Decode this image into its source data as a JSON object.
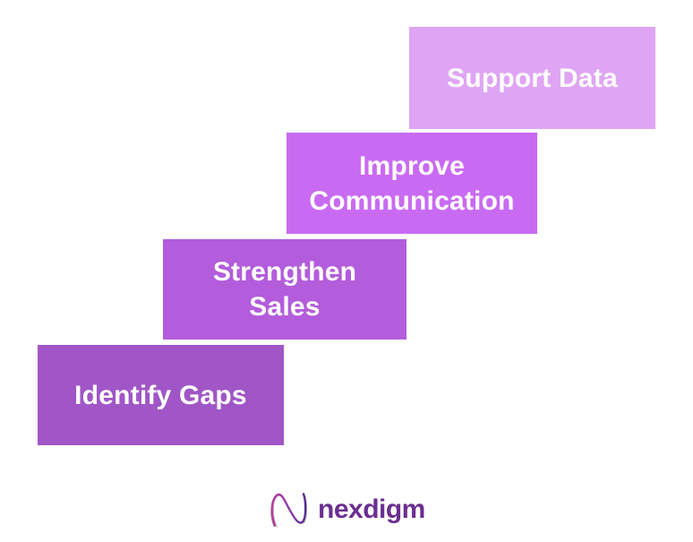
{
  "background": "#FFFFFF",
  "diagram": {
    "type": "staircase-steps",
    "text_color": "#FFFFFF",
    "steps": [
      {
        "label": "Support Data",
        "color": "#DFA5F4"
      },
      {
        "label": "Improve\nCommunication",
        "color": "#C96BF2"
      },
      {
        "label": "Strengthen\nSales",
        "color": "#B35CDC"
      },
      {
        "label": "Identify Gaps",
        "color": "#A056C6"
      }
    ]
  },
  "logo": {
    "text": "nexdigm",
    "text_color": "#6B2E91",
    "icon": "nexdigm-wave-n-icon",
    "icon_colors": {
      "outline": "#9B9B9B",
      "gradient_start": "#C73A9E",
      "gradient_end": "#4B2A8F"
    }
  }
}
